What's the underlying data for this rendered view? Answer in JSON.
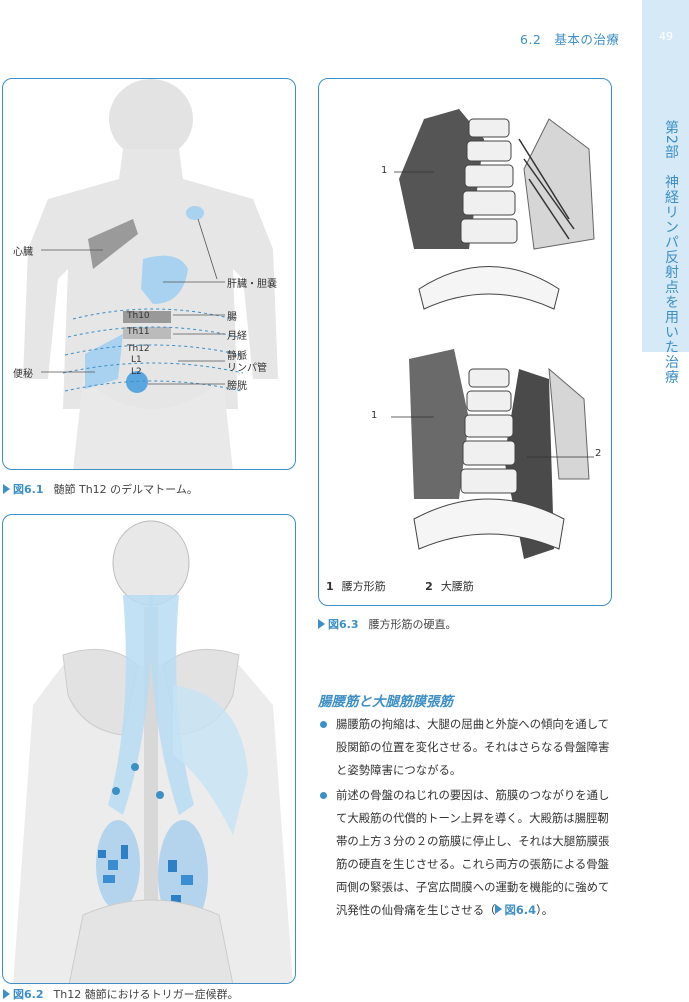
{
  "header": {
    "section": "6.2　基本の治療",
    "page_number": "49"
  },
  "side_tab": {
    "title": "第2部　神経リンパ反射点を用いた治療"
  },
  "fig61": {
    "labels": {
      "heart": "心臓",
      "liver": "肝臓・胆嚢",
      "intestine": "腸",
      "menstrual": "月経",
      "vein": "静脈",
      "lymph": "リンパ管",
      "bladder": "膀胱",
      "constipation": "便秘",
      "th10": "Th10",
      "th11": "Th11",
      "th12": "Th12",
      "l1": "L1",
      "l2": "L2"
    },
    "caption_num": "図6.1",
    "caption_text": "髄節 Th12 のデルマトーム。"
  },
  "fig62": {
    "caption_num": "図6.2",
    "caption_text": "Th12 髄節におけるトリガー症候群。"
  },
  "fig63": {
    "top_label": "1",
    "bottom_label1": "1",
    "bottom_label2": "2",
    "legend": [
      {
        "num": "1",
        "text": "腰方形筋"
      },
      {
        "num": "2",
        "text": "大腰筋"
      }
    ],
    "caption_num": "図6.3",
    "caption_text": "腰方形筋の硬直。"
  },
  "section_heading": "腸腰筋と大腿筋膜張筋",
  "bullets": [
    "腸腰筋の拘縮は、大腿の屈曲と外旋への傾向を通して股関節の位置を変化させる。それはさらなる骨盤障害と姿勢障害につながる。",
    "前述の骨盤のねじれの要因は、筋膜のつながりを通して大殿筋の代償的トーン上昇を導く。大殿筋は腸脛靭帯の上方３分の２の筋膜に停止し、それは大腿筋膜張筋の硬直を生じさせる。これら両方の張筋による骨盤両側の緊張は、子宮広間膜への運動を機能的に強めて汎発性の仙骨痛を生じさせる（"
  ],
  "bullet2_ref": "図6.4",
  "bullet2_end": "）。"
}
